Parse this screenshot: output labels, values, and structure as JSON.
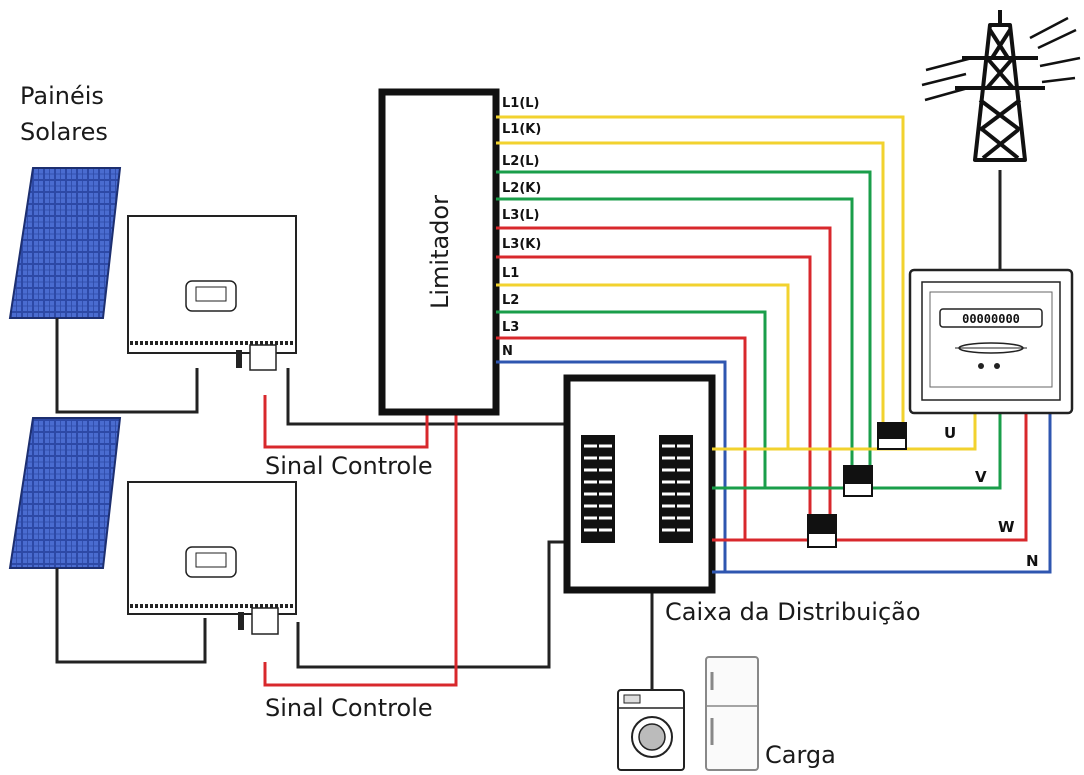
{
  "labels": {
    "solar_panels_line1": "Painéis",
    "solar_panels_line2": "Solares",
    "limiter": "Limitador",
    "control_signal_top": "Sinal Controle",
    "control_signal_bottom": "Sinal Controle",
    "distribution_box": "Caixa da Distribuição",
    "load": "Carga"
  },
  "wire_labels": [
    "L1(L)",
    "L1(K)",
    "L2(L)",
    "L2(K)",
    "L3(L)",
    "L3(K)",
    "L1",
    "L2",
    "L3",
    "N"
  ],
  "phase_labels": [
    "U",
    "V",
    "W",
    "N"
  ],
  "meter": {
    "digits": "00000000"
  },
  "colors": {
    "yellow": "#f2d22e",
    "green": "#1a9e4a",
    "red": "#d8282c",
    "blue": "#2f56b0",
    "black": "#111111",
    "panel_blue": "#2d49a6"
  },
  "icons": [
    "solar-panel-icon",
    "inverter-icon",
    "transmission-tower-icon",
    "energy-meter-icon",
    "current-transformer-icon",
    "washing-machine-icon",
    "refrigerator-icon"
  ]
}
